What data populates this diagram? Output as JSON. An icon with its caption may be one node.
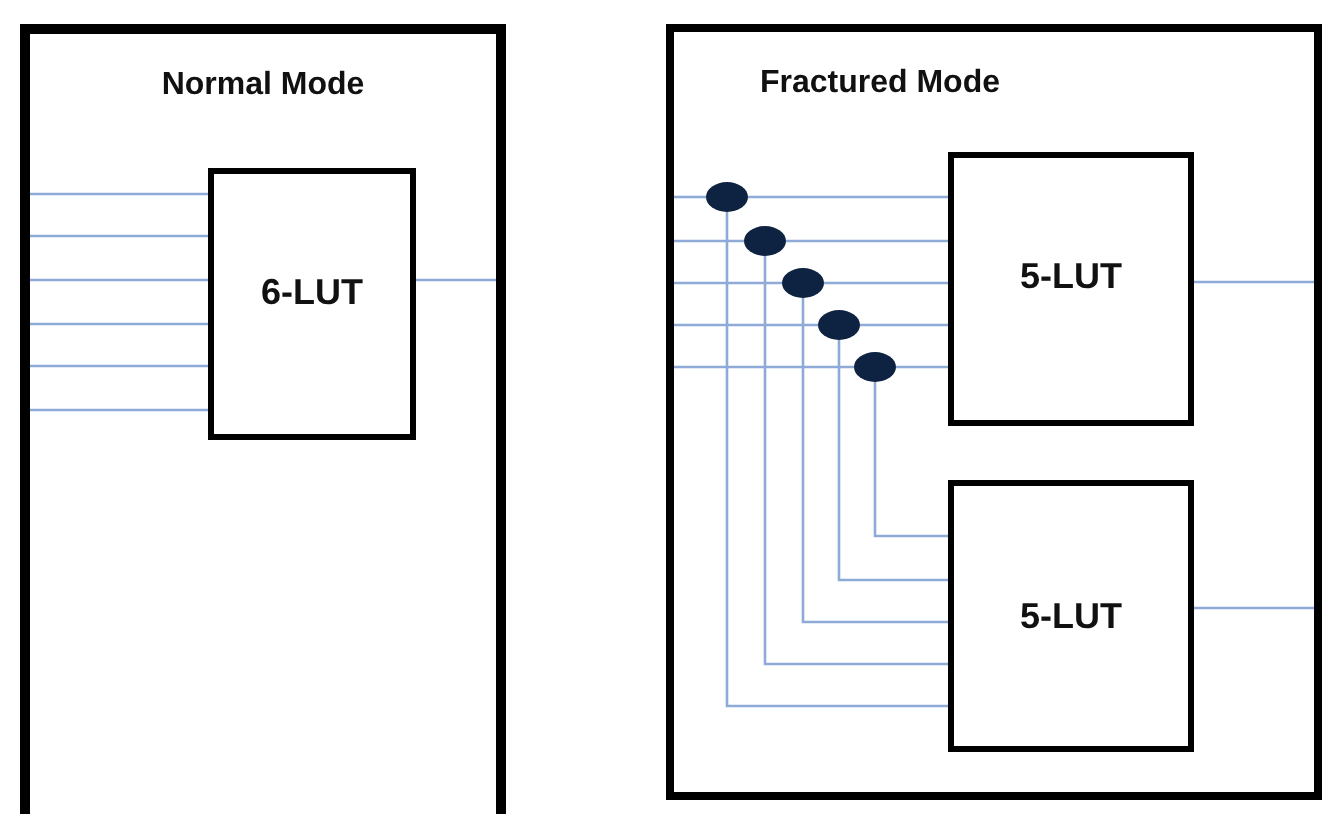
{
  "diagram": {
    "nodes": [
      {
        "text": [
          "Normal Mode"
        ]
      },
      {
        "text": [
          "6-LUT"
        ],
        "in": 0
      },
      {
        "text": [
          "Fractured Mode"
        ]
      },
      {
        "text": [
          "5-LUT"
        ],
        "in": 2
      },
      {
        "text": [
          "5-LUT"
        ],
        "in": 2
      },
      {
        "text": [],
        "shape": "circle",
        "in": 2
      },
      {
        "text": [],
        "shape": "circle",
        "in": 2
      },
      {
        "text": [],
        "shape": "circle",
        "in": 2
      },
      {
        "text": [],
        "shape": "circle",
        "in": 2
      },
      {
        "text": [],
        "shape": "circle",
        "in": 2
      }
    ],
    "edges": [
      {
        "from": null,
        "to": 1,
        "arrow": "none"
      },
      {
        "from": null,
        "to": 1,
        "arrow": "none"
      },
      {
        "from": null,
        "to": 1,
        "arrow": "none"
      },
      {
        "from": null,
        "to": 1,
        "arrow": "none"
      },
      {
        "from": null,
        "to": 1,
        "arrow": "none"
      },
      {
        "from": null,
        "to": 1,
        "arrow": "none"
      },
      {
        "from": 1,
        "to": null,
        "arrow": "none"
      },
      {
        "from": null,
        "to": 5,
        "arrow": "none"
      },
      {
        "from": null,
        "to": 6,
        "arrow": "none"
      },
      {
        "from": null,
        "to": 7,
        "arrow": "none"
      },
      {
        "from": null,
        "to": 8,
        "arrow": "none"
      },
      {
        "from": null,
        "to": 9,
        "arrow": "none"
      },
      {
        "from": 5,
        "to": 3,
        "arrow": "none"
      },
      {
        "from": 6,
        "to": 3,
        "arrow": "none"
      },
      {
        "from": 7,
        "to": 3,
        "arrow": "none"
      },
      {
        "from": 8,
        "to": 3,
        "arrow": "none"
      },
      {
        "from": 9,
        "to": 3,
        "arrow": "none"
      },
      {
        "from": 5,
        "to": 4,
        "arrow": "none"
      },
      {
        "from": 6,
        "to": 4,
        "arrow": "none"
      },
      {
        "from": 7,
        "to": 4,
        "arrow": "none"
      },
      {
        "from": 8,
        "to": 4,
        "arrow": "none"
      },
      {
        "from": 9,
        "to": 4,
        "arrow": "none"
      },
      {
        "from": 3,
        "to": null,
        "arrow": "none"
      },
      {
        "from": 4,
        "to": null,
        "arrow": "none"
      }
    ]
  }
}
